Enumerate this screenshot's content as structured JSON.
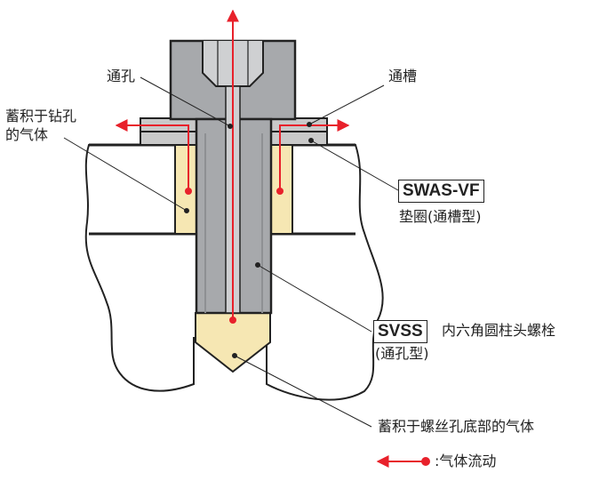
{
  "labels": {
    "through_hole": "通孔",
    "groove": "通槽",
    "trapped_gas_hole_line1": "蓄积于钻孔",
    "trapped_gas_hole_line2": "的气体",
    "washer_code": "SWAS-VF",
    "washer_name": "垫圈(通槽型)",
    "bolt_code": "SVSS",
    "bolt_name": "内六角圆柱头螺栓",
    "bolt_type": "(通孔型)",
    "trapped_gas_bottom": "蓄积于螺丝孔底部的气体",
    "legend_text": ":气体流动"
  },
  "colors": {
    "bolt": "#a7a9ac",
    "bolt_dark": "#8e9093",
    "washer": "#c9c9c9",
    "trapped_gas": "#f6e7b3",
    "flow": "#e8212b",
    "outline": "#222222"
  },
  "icons": {
    "flow_arrow": "red-arrow-with-dot-icon"
  }
}
